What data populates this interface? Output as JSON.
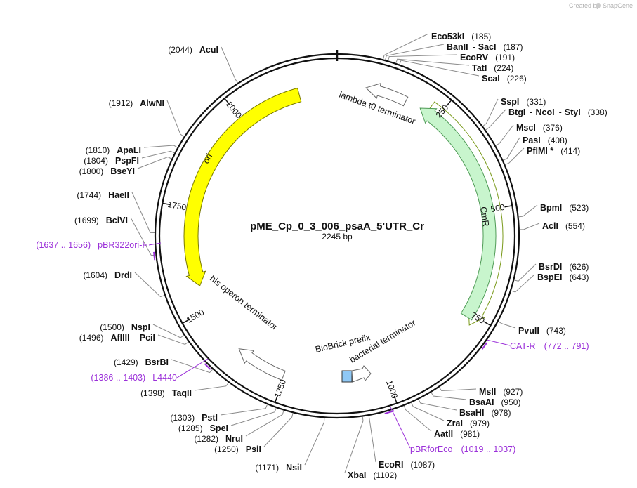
{
  "credit": {
    "created_by": "Created by",
    "brand": "SnapGene"
  },
  "plasmid": {
    "name": "pME_Cp_0_3_006_psaA_5'UTR_Cr",
    "length_label": "2245 bp",
    "length": 2245
  },
  "ticks": [
    "250",
    "500",
    "750",
    "1000",
    "1250",
    "1500",
    "1750",
    "2000"
  ],
  "features": [
    {
      "name": "lambda t0 terminator",
      "color": "#ffffff",
      "stroke": "#666666"
    },
    {
      "name": "CmR",
      "color": "#c8f5cd",
      "stroke": "#4e9a55"
    },
    {
      "name": "bacterial terminator",
      "color": "#ffffff",
      "stroke": "#666666"
    },
    {
      "name": "BioBrick prefix",
      "color": "#8fc8f5",
      "stroke": "#333333"
    },
    {
      "name": "his operon terminator",
      "color": "#ffffff",
      "stroke": "#666666"
    },
    {
      "name": "ori",
      "color": "#ffff00",
      "stroke": "#777700"
    }
  ],
  "sites": [
    {
      "name": "Eco53kI",
      "pos": "(185)"
    },
    {
      "name": "BanII",
      "sep": "-",
      "name2": "SacI",
      "pos": "(187)"
    },
    {
      "name": "EcoRV",
      "pos": "(191)"
    },
    {
      "name": "TatI",
      "pos": "(224)"
    },
    {
      "name": "ScaI",
      "pos": "(226)"
    },
    {
      "name": "SspI",
      "pos": "(331)"
    },
    {
      "name": "BtgI",
      "sep": "-",
      "name2": "NcoI",
      "sep2": "-",
      "name3": "StyI",
      "pos": "(338)"
    },
    {
      "name": "MscI",
      "pos": "(376)"
    },
    {
      "name": "PasI",
      "pos": "(408)"
    },
    {
      "name": "PflMI *",
      "pos": "(414)"
    },
    {
      "name": "BpmI",
      "pos": "(523)"
    },
    {
      "name": "AclI",
      "pos": "(554)"
    },
    {
      "name": "BsrDI",
      "pos": "(626)"
    },
    {
      "name": "BspEI",
      "pos": "(643)"
    },
    {
      "name": "PvuII",
      "pos": "(743)"
    },
    {
      "name": "MslI",
      "pos": "(927)"
    },
    {
      "name": "BsaAI",
      "pos": "(950)"
    },
    {
      "name": "BsaHI",
      "pos": "(978)"
    },
    {
      "name": "ZraI",
      "pos": "(979)"
    },
    {
      "name": "AatII",
      "pos": "(981)"
    },
    {
      "name": "EcoRI",
      "pos": "(1087)"
    },
    {
      "name": "XbaI",
      "pos": "(1102)"
    },
    {
      "name": "NsiI",
      "pos": "(1171)"
    },
    {
      "name": "PsiI",
      "pos": "(1250)"
    },
    {
      "name": "NruI",
      "pos": "(1282)"
    },
    {
      "name": "SpeI",
      "pos": "(1285)"
    },
    {
      "name": "PstI",
      "pos": "(1303)"
    },
    {
      "name": "TaqII",
      "pos": "(1398)"
    },
    {
      "name": "BsrBI",
      "pos": "(1429)"
    },
    {
      "name": "AflIII",
      "sep": "-",
      "name2": "PciI",
      "pos": "(1496)"
    },
    {
      "name": "NspI",
      "pos": "(1500)"
    },
    {
      "name": "DrdI",
      "pos": "(1604)"
    },
    {
      "name": "BciVI",
      "pos": "(1699)"
    },
    {
      "name": "HaeII",
      "pos": "(1744)"
    },
    {
      "name": "BseYI",
      "pos": "(1800)"
    },
    {
      "name": "PspFI",
      "pos": "(1804)"
    },
    {
      "name": "ApaLI",
      "pos": "(1810)"
    },
    {
      "name": "AlwNI",
      "pos": "(1912)"
    },
    {
      "name": "AcuI",
      "pos": "(2044)"
    }
  ],
  "primers": [
    {
      "name": "CAT-R",
      "range": "(772 .. 791)"
    },
    {
      "name": "pBRforEco",
      "range": "(1019 .. 1037)"
    },
    {
      "name": "L4440",
      "range": "(1386 .. 1403)"
    },
    {
      "name": "pBR322ori-F",
      "range": "(1637 .. 1656)"
    }
  ],
  "colors": {
    "primer": "#9b30d9",
    "leader": "#8a8a8a",
    "backbone": "#111111"
  }
}
